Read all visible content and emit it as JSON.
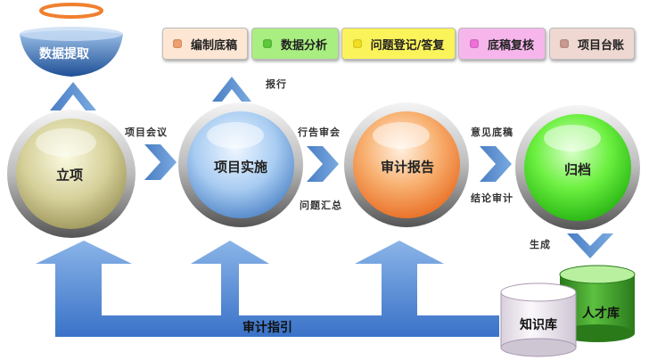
{
  "source_label": "数据提取",
  "nodes": [
    {
      "id": "lixiang",
      "label": "立项"
    },
    {
      "id": "shishi",
      "label": "项目实施"
    },
    {
      "id": "baogao",
      "label": "审计报告"
    },
    {
      "id": "guidang",
      "label": "归档"
    }
  ],
  "tags": [
    {
      "label": "编制底稿",
      "color": "#f0a070",
      "bg": "#fde7d4"
    },
    {
      "label": "数据分析",
      "color": "#5cc83c",
      "bg": "#a8ee80"
    },
    {
      "label": "问题登记/答复",
      "color": "#f2e020",
      "bg": "#fbf35a"
    },
    {
      "label": "底稿复核",
      "color": "#f070d8",
      "bg": "#f6b6ec"
    },
    {
      "label": "项目台账",
      "color": "#c89a90",
      "bg": "#efd8d2"
    }
  ],
  "flow": {
    "top_small": "报行",
    "l1_top": "项目会议",
    "l2_top": "行告审会",
    "l2_bottom": "问题汇总",
    "l3_top": "意见底稿",
    "l3_bottom": "结论审计",
    "l4_side": "生成"
  },
  "guide_label": "审计指引",
  "databases": [
    {
      "label": "知识库",
      "body": "#f2ecf4"
    },
    {
      "label": "人才库",
      "body": "#3e9a2a"
    }
  ]
}
